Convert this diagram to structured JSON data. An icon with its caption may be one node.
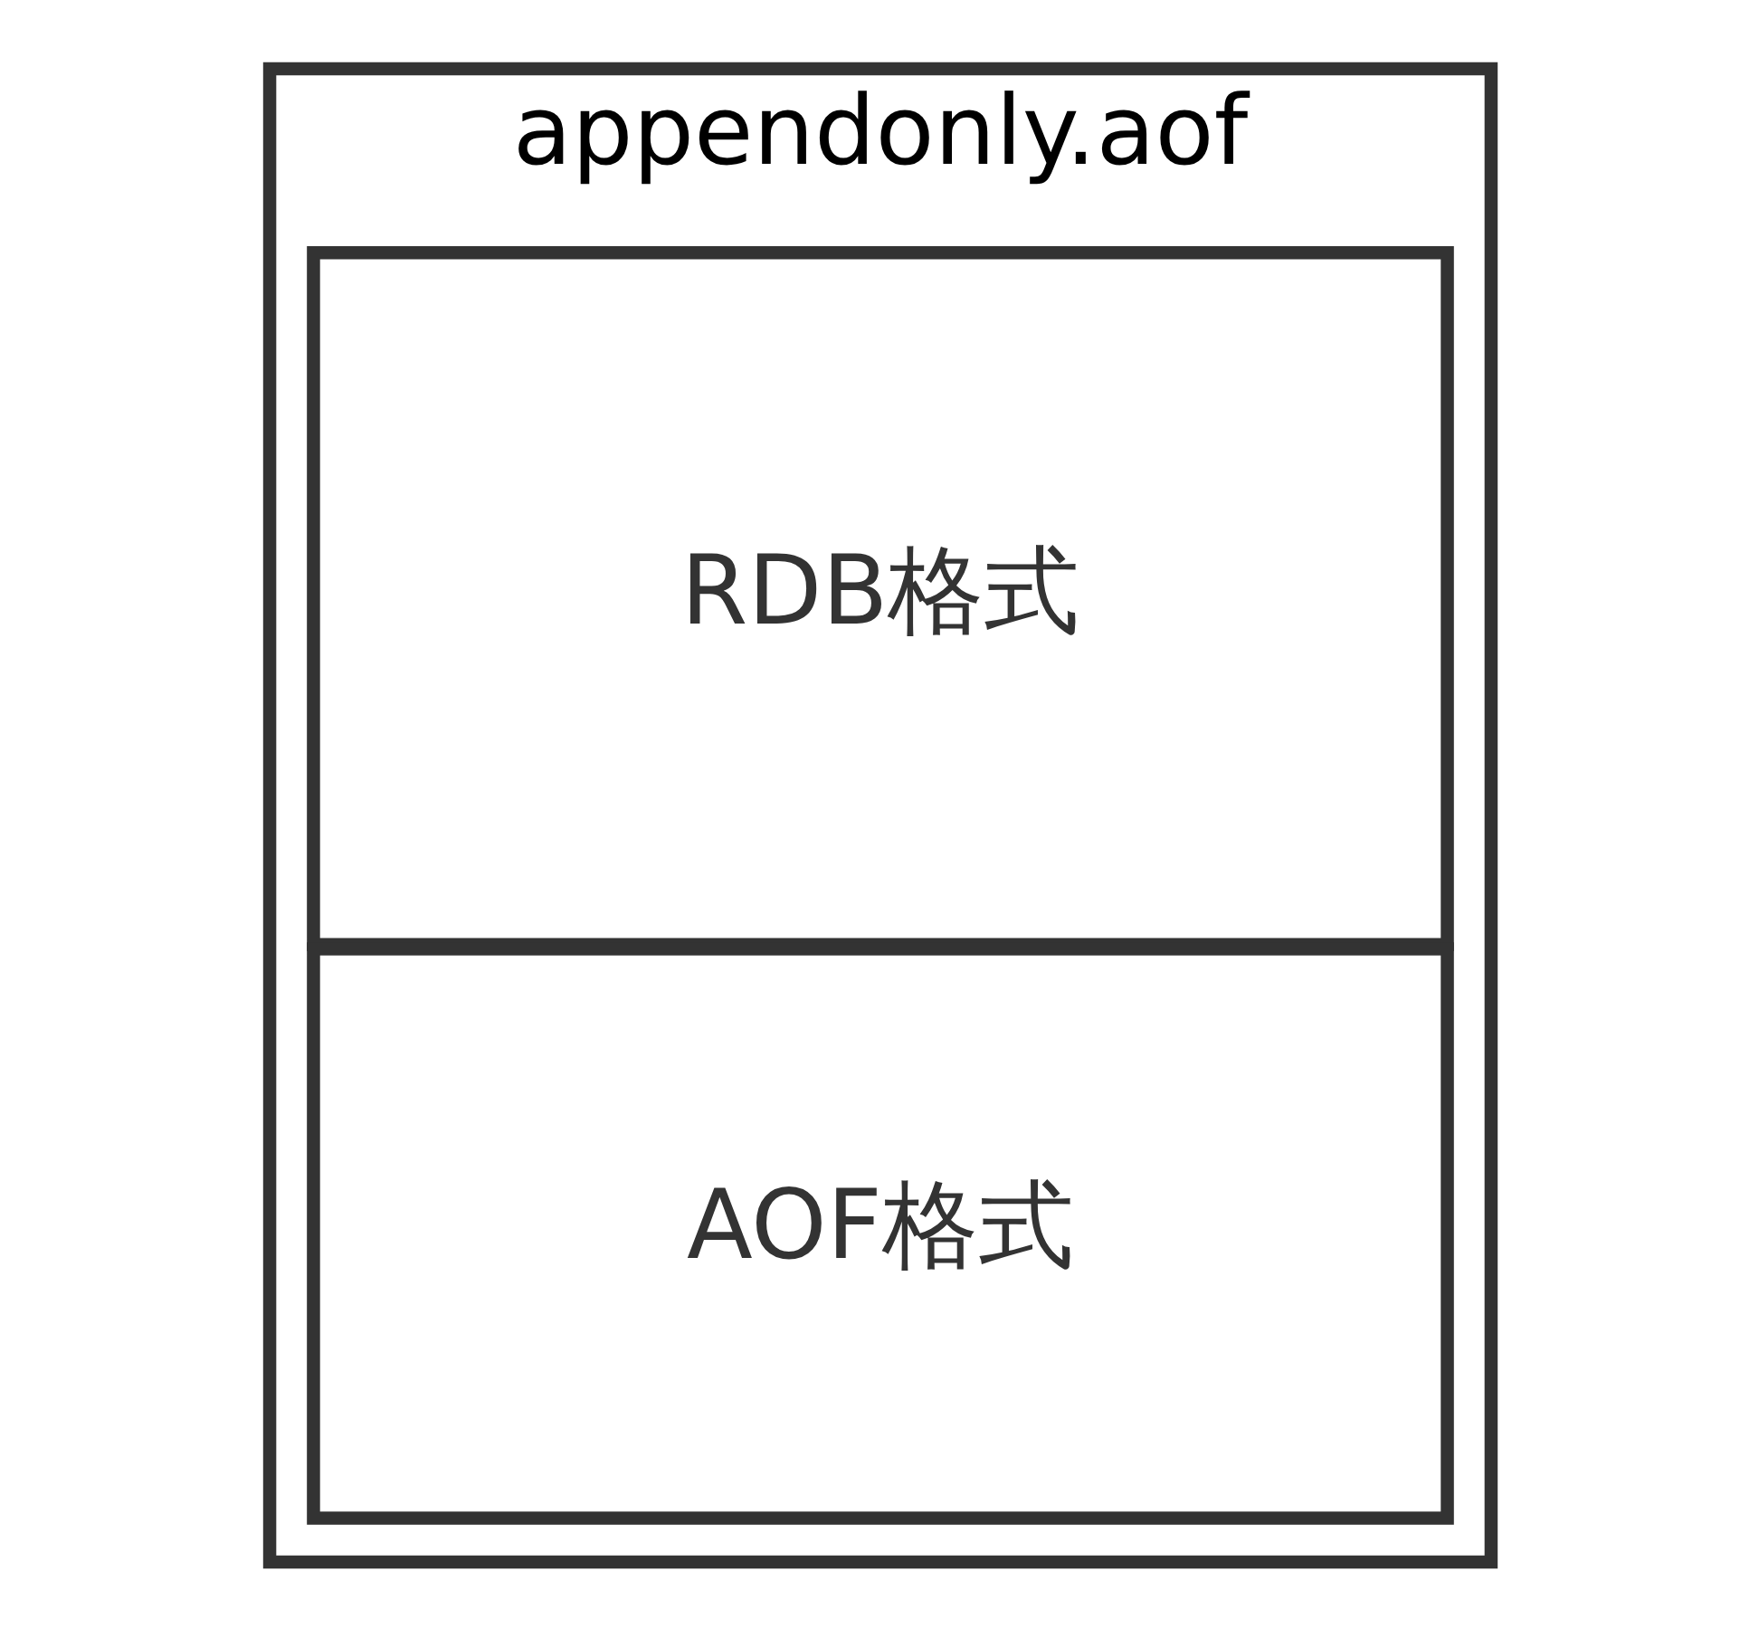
{
  "diagram": {
    "nodes": [
      {
        "text": [
          "appendonly.aof"
        ]
      },
      {
        "text": [
          "RDB格式"
        ],
        "in": 0
      },
      {
        "text": [
          "AOF格式"
        ],
        "in": 0
      }
    ]
  }
}
